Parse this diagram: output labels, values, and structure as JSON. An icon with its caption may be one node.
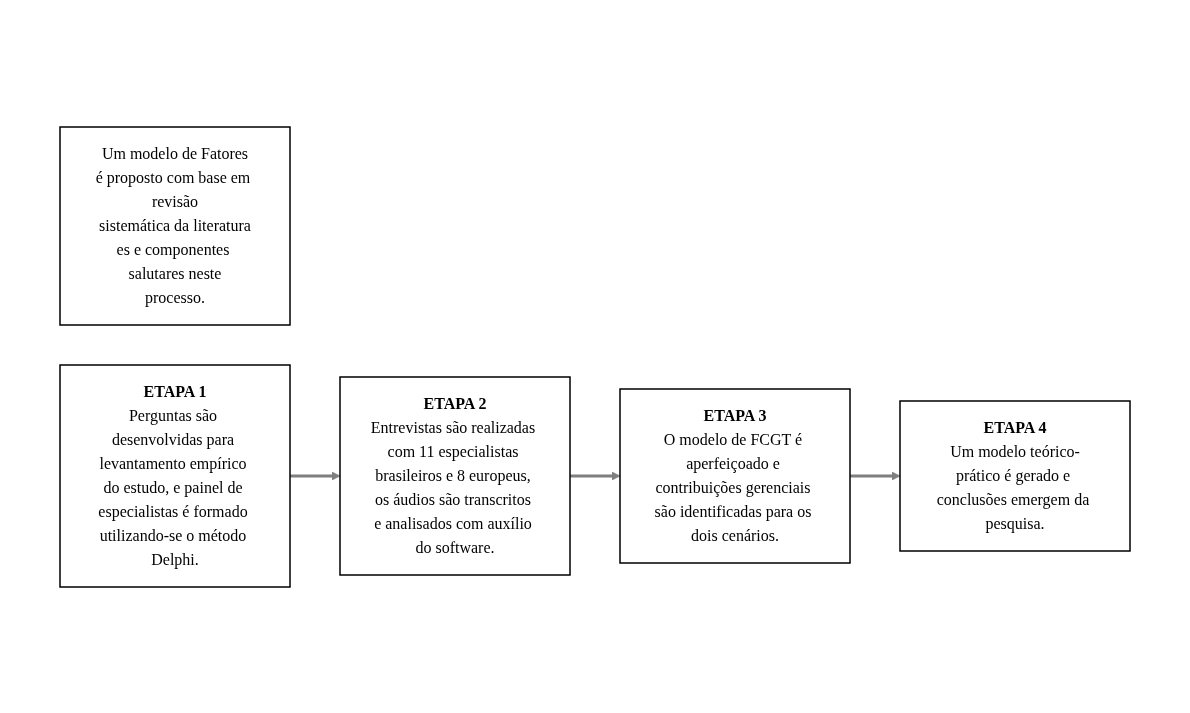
{
  "diagram": {
    "nodes": [
      {
        "text": [
          "Um modelo de Fatores",
          "é proposto com base em revisão",
          "sistemática da literatura",
          "es e componentes salutares neste",
          "processo."
        ]
      },
      {
        "text": [
          "ETAPA 1",
          "Perguntas são desenvolvidas para levantamento empírico do estudo, e painel de especialistas é formado utilizando-se o método Delphi."
        ]
      },
      {
        "text": [
          "ETAPA 2",
          "Entrevistas são realizadas com 11 especialistas brasileiros e 8 europeus, os áudios são transcritos e analisados com auxílio do software."
        ]
      },
      {
        "text": [
          "ETAPA 3",
          "O modelo de FCGT é aperfeiçoado e contribuições gerenciais são identificadas para os dois cenários."
        ]
      },
      {
        "text": [
          "ETAPA 4",
          "Um modelo teórico-prático é gerado e conclusões emergem da pesquisa."
        ]
      }
    ],
    "edges": [
      {
        "from": 1,
        "to": 2,
        "arrow": "to"
      },
      {
        "from": 2,
        "to": 3,
        "arrow": "to"
      },
      {
        "from": 3,
        "to": 4,
        "arrow": "to"
      }
    ]
  }
}
